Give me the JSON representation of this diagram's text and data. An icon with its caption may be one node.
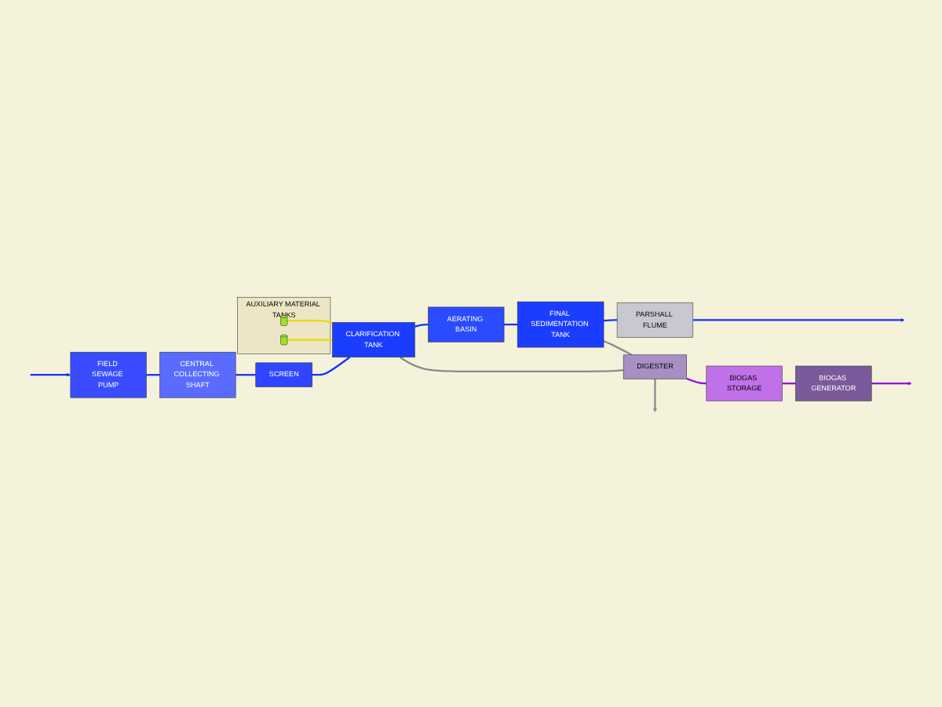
{
  "diagram": {
    "nodes": [
      {
        "text": [
          "FIELD SEWAGE PUMP"
        ]
      },
      {
        "text": [
          "CENTRAL COLLECTING SHAFT"
        ]
      },
      {
        "text": [
          "SCREEN"
        ]
      },
      {
        "text": [
          "AUXILIARY MATERIAL TANKS"
        ]
      },
      {
        "text": [],
        "shape": "cylinder",
        "in": 3
      },
      {
        "text": [],
        "shape": "cylinder",
        "in": 3
      },
      {
        "text": [
          "CLARIFICATION TANK"
        ]
      },
      {
        "text": [
          "AERATING BASIN"
        ]
      },
      {
        "text": [
          "FINAL SEDIMENTATION TANK"
        ]
      },
      {
        "text": [
          "PARSHALL FLUME"
        ]
      },
      {
        "text": [
          "DIGESTER"
        ]
      },
      {
        "text": [
          "BIOGAS STORAGE"
        ]
      },
      {
        "text": [
          "BIOGAS GENERATOR"
        ]
      }
    ],
    "edges": [
      {
        "from": null,
        "to": 0,
        "arrow": "to"
      },
      {
        "from": 0,
        "to": 1,
        "arrow": "none"
      },
      {
        "from": 1,
        "to": 2,
        "arrow": "none"
      },
      {
        "from": 2,
        "to": 6,
        "arrow": "none"
      },
      {
        "from": 4,
        "to": 6,
        "arrow": "none",
        "color": "#e8dc00"
      },
      {
        "from": 5,
        "to": 6,
        "arrow": "none",
        "color": "#e8dc00"
      },
      {
        "from": 6,
        "to": 7,
        "arrow": "none"
      },
      {
        "from": 7,
        "to": 8,
        "arrow": "none"
      },
      {
        "from": 8,
        "to": 9,
        "arrow": "none"
      },
      {
        "from": 9,
        "to": null,
        "arrow": "to"
      },
      {
        "from": 6,
        "to": 10,
        "arrow": "none",
        "color": "#8a8a8a"
      },
      {
        "from": 8,
        "to": 10,
        "arrow": "none",
        "color": "#8a8a8a"
      },
      {
        "from": 10,
        "to": null,
        "arrow": "to",
        "color": "#8a8a8a"
      },
      {
        "from": 10,
        "to": 11,
        "arrow": "none",
        "color": "#9a00d8"
      },
      {
        "from": 11,
        "to": 12,
        "arrow": "none",
        "color": "#9a00d8"
      },
      {
        "from": 12,
        "to": null,
        "arrow": "to",
        "color": "#9a00d8"
      }
    ]
  }
}
